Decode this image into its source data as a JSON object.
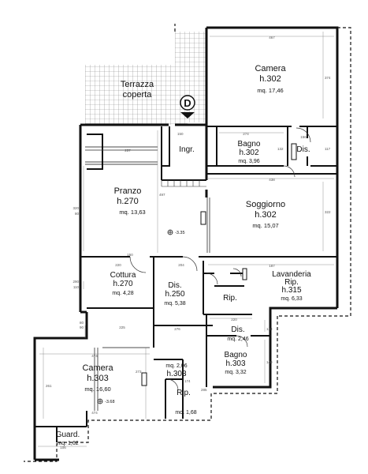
{
  "rooms": {
    "terrazza": {
      "name": "Terrazza",
      "name2": "coperta"
    },
    "camera_top": {
      "name": "Camera",
      "height": "h.302",
      "area": "mq. 17,46"
    },
    "bagno_top": {
      "name": "Bagno",
      "height": "h.302",
      "area": "mq. 3,96"
    },
    "dis_top": {
      "name": "Dis."
    },
    "ingr": {
      "name": "Ingr."
    },
    "pranzo": {
      "name": "Pranzo",
      "height": "h.270",
      "area": "mq. 13,63"
    },
    "soggiorno": {
      "name": "Soggiorno",
      "height": "h.302",
      "area": "mq. 15,07"
    },
    "cottura": {
      "name": "Cottura",
      "height": "h.270",
      "area": "mq. 4,28"
    },
    "dis_mid": {
      "name": "Dis.",
      "height": "h.250",
      "area": "mq. 5,38"
    },
    "lavanderia": {
      "name": "Lavanderia",
      "name2": "Rip.",
      "height": "h.315",
      "area": "mq. 6,33"
    },
    "rip_mid": {
      "name": "Rip."
    },
    "dis_small": {
      "name": "Dis.",
      "area": "mq. 2,46"
    },
    "bagno_bottom": {
      "name": "Bagno",
      "height": "h.303",
      "area": "mq. 3,32"
    },
    "camera_bottom": {
      "name": "Camera",
      "height": "h.303",
      "area": "mq. 16,60"
    },
    "dis_bottom": {
      "area": "mq. 2,06",
      "height": "h.303"
    },
    "rip_bottom": {
      "name": "Rip.",
      "area": "mq. 1,68"
    },
    "guard": {
      "name": "Guard.",
      "area": "mq. 1,62"
    }
  },
  "marker": {
    "letter": "D"
  },
  "levels": {
    "pranzo": "-3.35",
    "camera": "-3.68"
  },
  "dims": {
    "d467": "467",
    "d374": "374",
    "d274": "274",
    "d132": "132",
    "d156": "156",
    "d117": "117",
    "d257": "257",
    "d150v": "150",
    "d497": "497",
    "d438": "438",
    "d322": "322",
    "d320": "320",
    "d80": "80",
    "d150": "150",
    "d220": "220",
    "d204": "204",
    "d290": "290",
    "d110": "110",
    "d187": "187",
    "d80b": "80",
    "d90": "90",
    "d225": "225",
    "d276": "276",
    "d474": "474",
    "d273": "273",
    "d261": "261",
    "d220b": "220",
    "d133": "133",
    "d174": "174",
    "d140": "140",
    "d474b": "474",
    "d106": "106",
    "d285": "285"
  }
}
